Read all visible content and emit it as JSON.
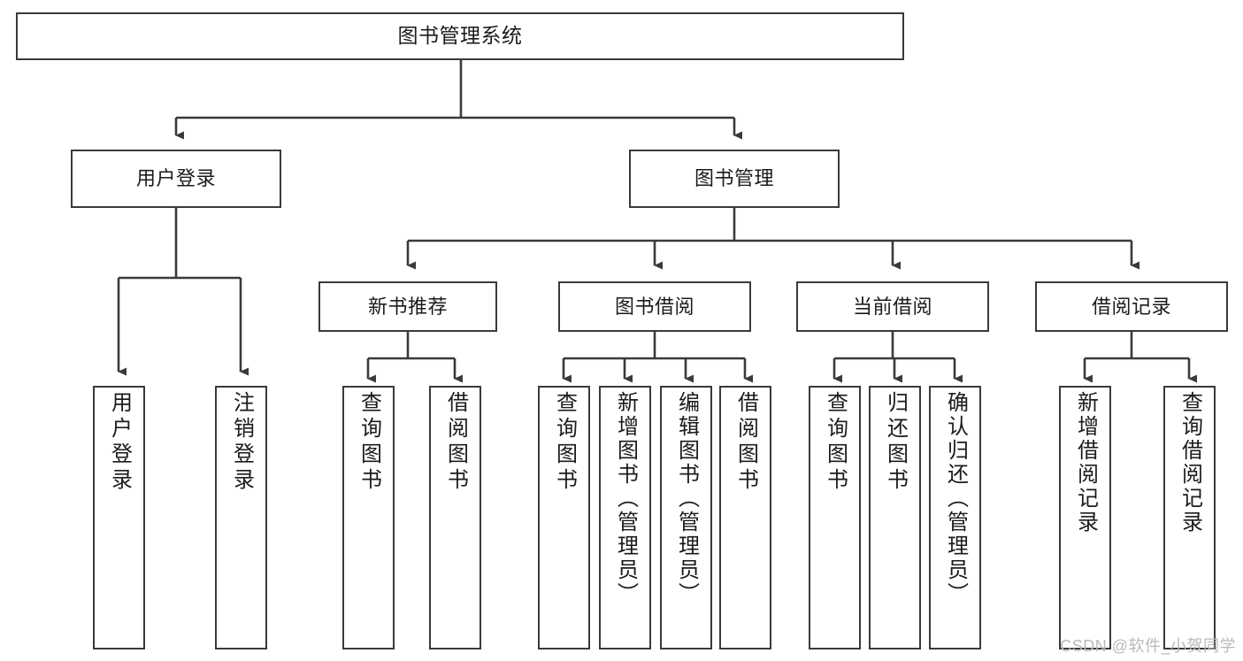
{
  "diagram": {
    "title": "图书管理系统",
    "type": "functional-decomposition-tree",
    "watermark": "CSDN @软件_小贺同学",
    "colors": {
      "box_border": "#3a3a3a",
      "box_fill": "#ffffff",
      "connector": "#3a3a3a",
      "text": "#1b1b1b",
      "watermark": "#b9b9b9"
    },
    "root": {
      "label": "图书管理系统"
    },
    "level2": [
      {
        "label": "用户登录"
      },
      {
        "label": "图书管理"
      }
    ],
    "level3": [
      {
        "label": "新书推荐"
      },
      {
        "label": "图书借阅"
      },
      {
        "label": "当前借阅"
      },
      {
        "label": "借阅记录"
      }
    ],
    "leaves": {
      "user_login": [
        {
          "label": "用户登录"
        },
        {
          "label": "注销登录"
        }
      ],
      "new_book_recommend": [
        {
          "label": "查询图书"
        },
        {
          "label": "借阅图书"
        }
      ],
      "book_borrow": [
        {
          "label": "查询图书"
        },
        {
          "label": "新增图书（管理员）"
        },
        {
          "label": "编辑图书（管理员）"
        },
        {
          "label": "借阅图书"
        }
      ],
      "current_borrow": [
        {
          "label": "查询图书"
        },
        {
          "label": "归还图书"
        },
        {
          "label": "确认归还（管理员）"
        }
      ],
      "borrow_record": [
        {
          "label": "新增借阅记录"
        },
        {
          "label": "查询借阅记录"
        }
      ]
    }
  }
}
